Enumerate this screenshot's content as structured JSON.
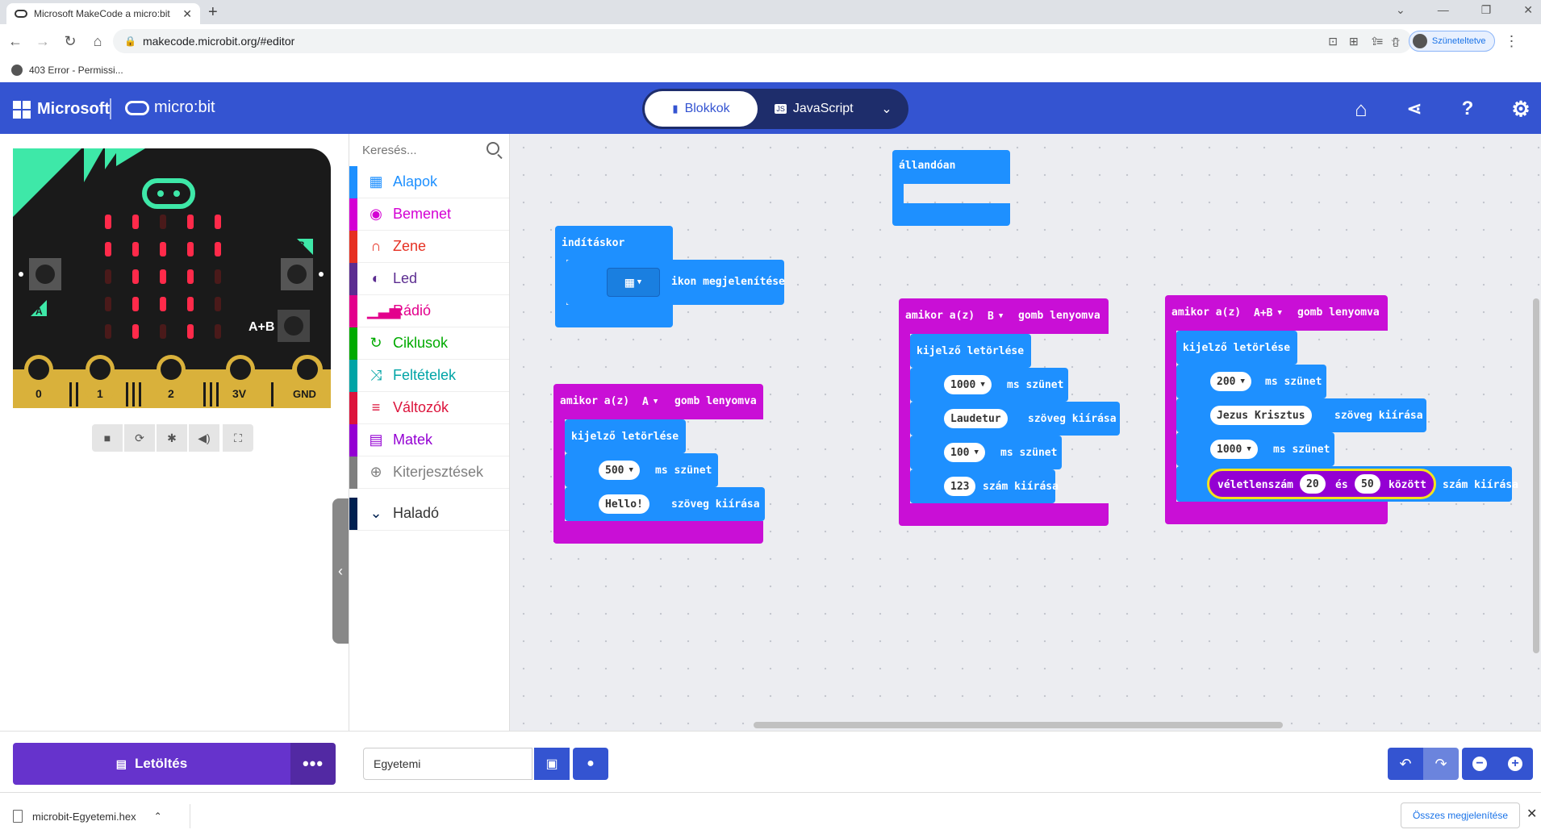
{
  "browser": {
    "tab_title": "Microsoft MakeCode a micro:bit",
    "tab_close": "✕",
    "new_tab": "+",
    "url": "makecode.microbit.org/#editor",
    "bookmark": "403 Error - Permissi...",
    "profile_status": "Szüneteltetve"
  },
  "header": {
    "brand": "Microsoft",
    "product": "micro:bit",
    "mode_blocks": "Blokkok",
    "mode_js": "JavaScript"
  },
  "simulator": {
    "pins": [
      "0",
      "1",
      "2",
      "3V",
      "GND"
    ],
    "button_a": "A",
    "button_b": "B",
    "button_ab": "A+B"
  },
  "toolbox": {
    "search_placeholder": "Keresés...",
    "categories": [
      {
        "label": "Alapok",
        "color": "#1e90ff",
        "icon": "grid-icon"
      },
      {
        "label": "Bemenet",
        "color": "#d400d4",
        "icon": "target-icon"
      },
      {
        "label": "Zene",
        "color": "#e63022",
        "icon": "headphones-icon"
      },
      {
        "label": "Led",
        "color": "#5c2d91",
        "icon": "toggle-icon"
      },
      {
        "label": "Rádió",
        "color": "#e3008c",
        "icon": "signal-bars-icon"
      },
      {
        "label": "Ciklusok",
        "color": "#00aa00",
        "icon": "loop-arrow-icon"
      },
      {
        "label": "Feltételek",
        "color": "#00a4a6",
        "icon": "shuffle-icon"
      },
      {
        "label": "Változók",
        "color": "#dc143c",
        "icon": "lines-icon"
      },
      {
        "label": "Matek",
        "color": "#9400d3",
        "icon": "calculator-icon"
      },
      {
        "label": "Kiterjesztések",
        "color": "#7f7f7f",
        "icon": "plus-circle-icon"
      },
      {
        "label": "Haladó",
        "color": "#002050",
        "icon": "chevron-down-icon"
      }
    ]
  },
  "blocks": {
    "forever": "állandóan",
    "on_start": "indításkor",
    "show_icon": "ikon megjelenítése",
    "button_a": {
      "head": "amikor a(z)",
      "button": "A",
      "tail": "gomb lenyomva",
      "clear": "kijelző letörlése",
      "pause_value": "500",
      "pause_label": "ms szünet",
      "string_value": "Hello!",
      "string_label": "szöveg kiírása"
    },
    "button_b": {
      "head": "amikor a(z)",
      "button": "B",
      "tail": "gomb lenyomva",
      "clear": "kijelző letörlése",
      "pause1_value": "1000",
      "pause1_label": "ms szünet",
      "string_value": "Laudetur",
      "string_label": "szöveg kiírása",
      "pause2_value": "100",
      "pause2_label": "ms szünet",
      "number_value": "123",
      "number_label": "szám kiírása"
    },
    "button_ab": {
      "head": "amikor a(z)",
      "button": "A+B",
      "tail": "gomb lenyomva",
      "clear": "kijelző letörlése",
      "pause1_value": "200",
      "pause1_label": "ms szünet",
      "string_value": "Jezus Krisztus",
      "string_label": "szöveg kiírása",
      "pause2_value": "1000",
      "pause2_label": "ms szünet",
      "random_label": "véletlenszám",
      "random_from": "20",
      "random_and": "és",
      "random_to": "50",
      "random_between": "között",
      "number_label": "szám kiírása"
    }
  },
  "bottom": {
    "download": "Letöltés",
    "more": "•••",
    "project_name": "Egyetemi"
  },
  "download_shelf": {
    "file": "microbit-Egyetemi.hex",
    "show_all": "Összes megjelenítése"
  }
}
